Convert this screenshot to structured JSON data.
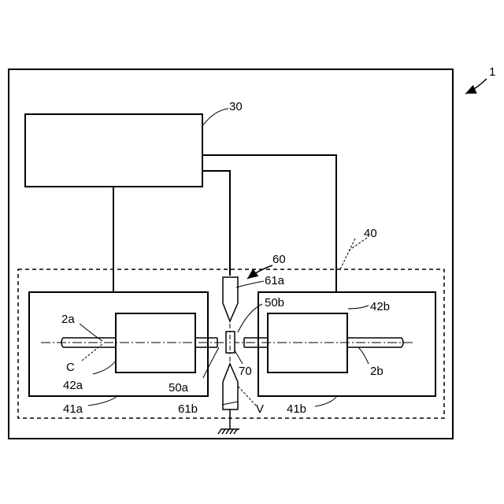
{
  "labels": {
    "device": "1",
    "controller": "30",
    "chamber": "40",
    "left_unit": "41a",
    "right_unit": "41b",
    "left_holder": "42a",
    "right_holder": "42b",
    "left_fiber": "2a",
    "right_fiber": "2b",
    "left_end": "50a",
    "right_end": "50b",
    "electrode_pair": "60",
    "upper_electrode": "61a",
    "lower_electrode": "61b",
    "splice_point": "70",
    "axis": "C",
    "vertical_axis": "V"
  }
}
